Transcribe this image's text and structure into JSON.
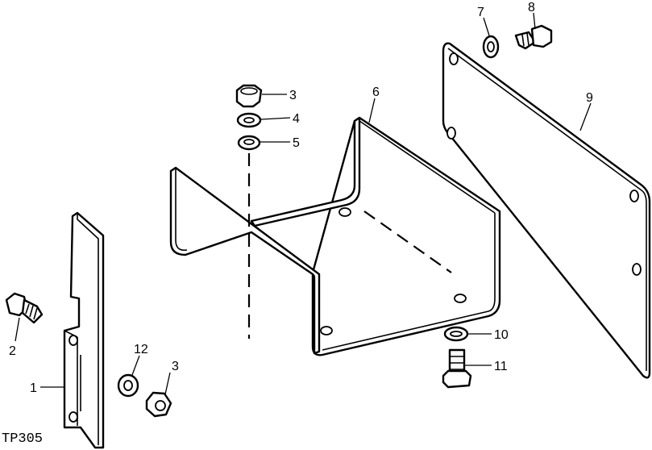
{
  "figure_ref": "TP305",
  "callouts": {
    "c1": "1",
    "c2": "2",
    "c3a": "3",
    "c3b": "3",
    "c4": "4",
    "c5": "5",
    "c6": "6",
    "c7": "7",
    "c8": "8",
    "c9": "9",
    "c10": "10",
    "c11": "11",
    "c12": "12"
  }
}
